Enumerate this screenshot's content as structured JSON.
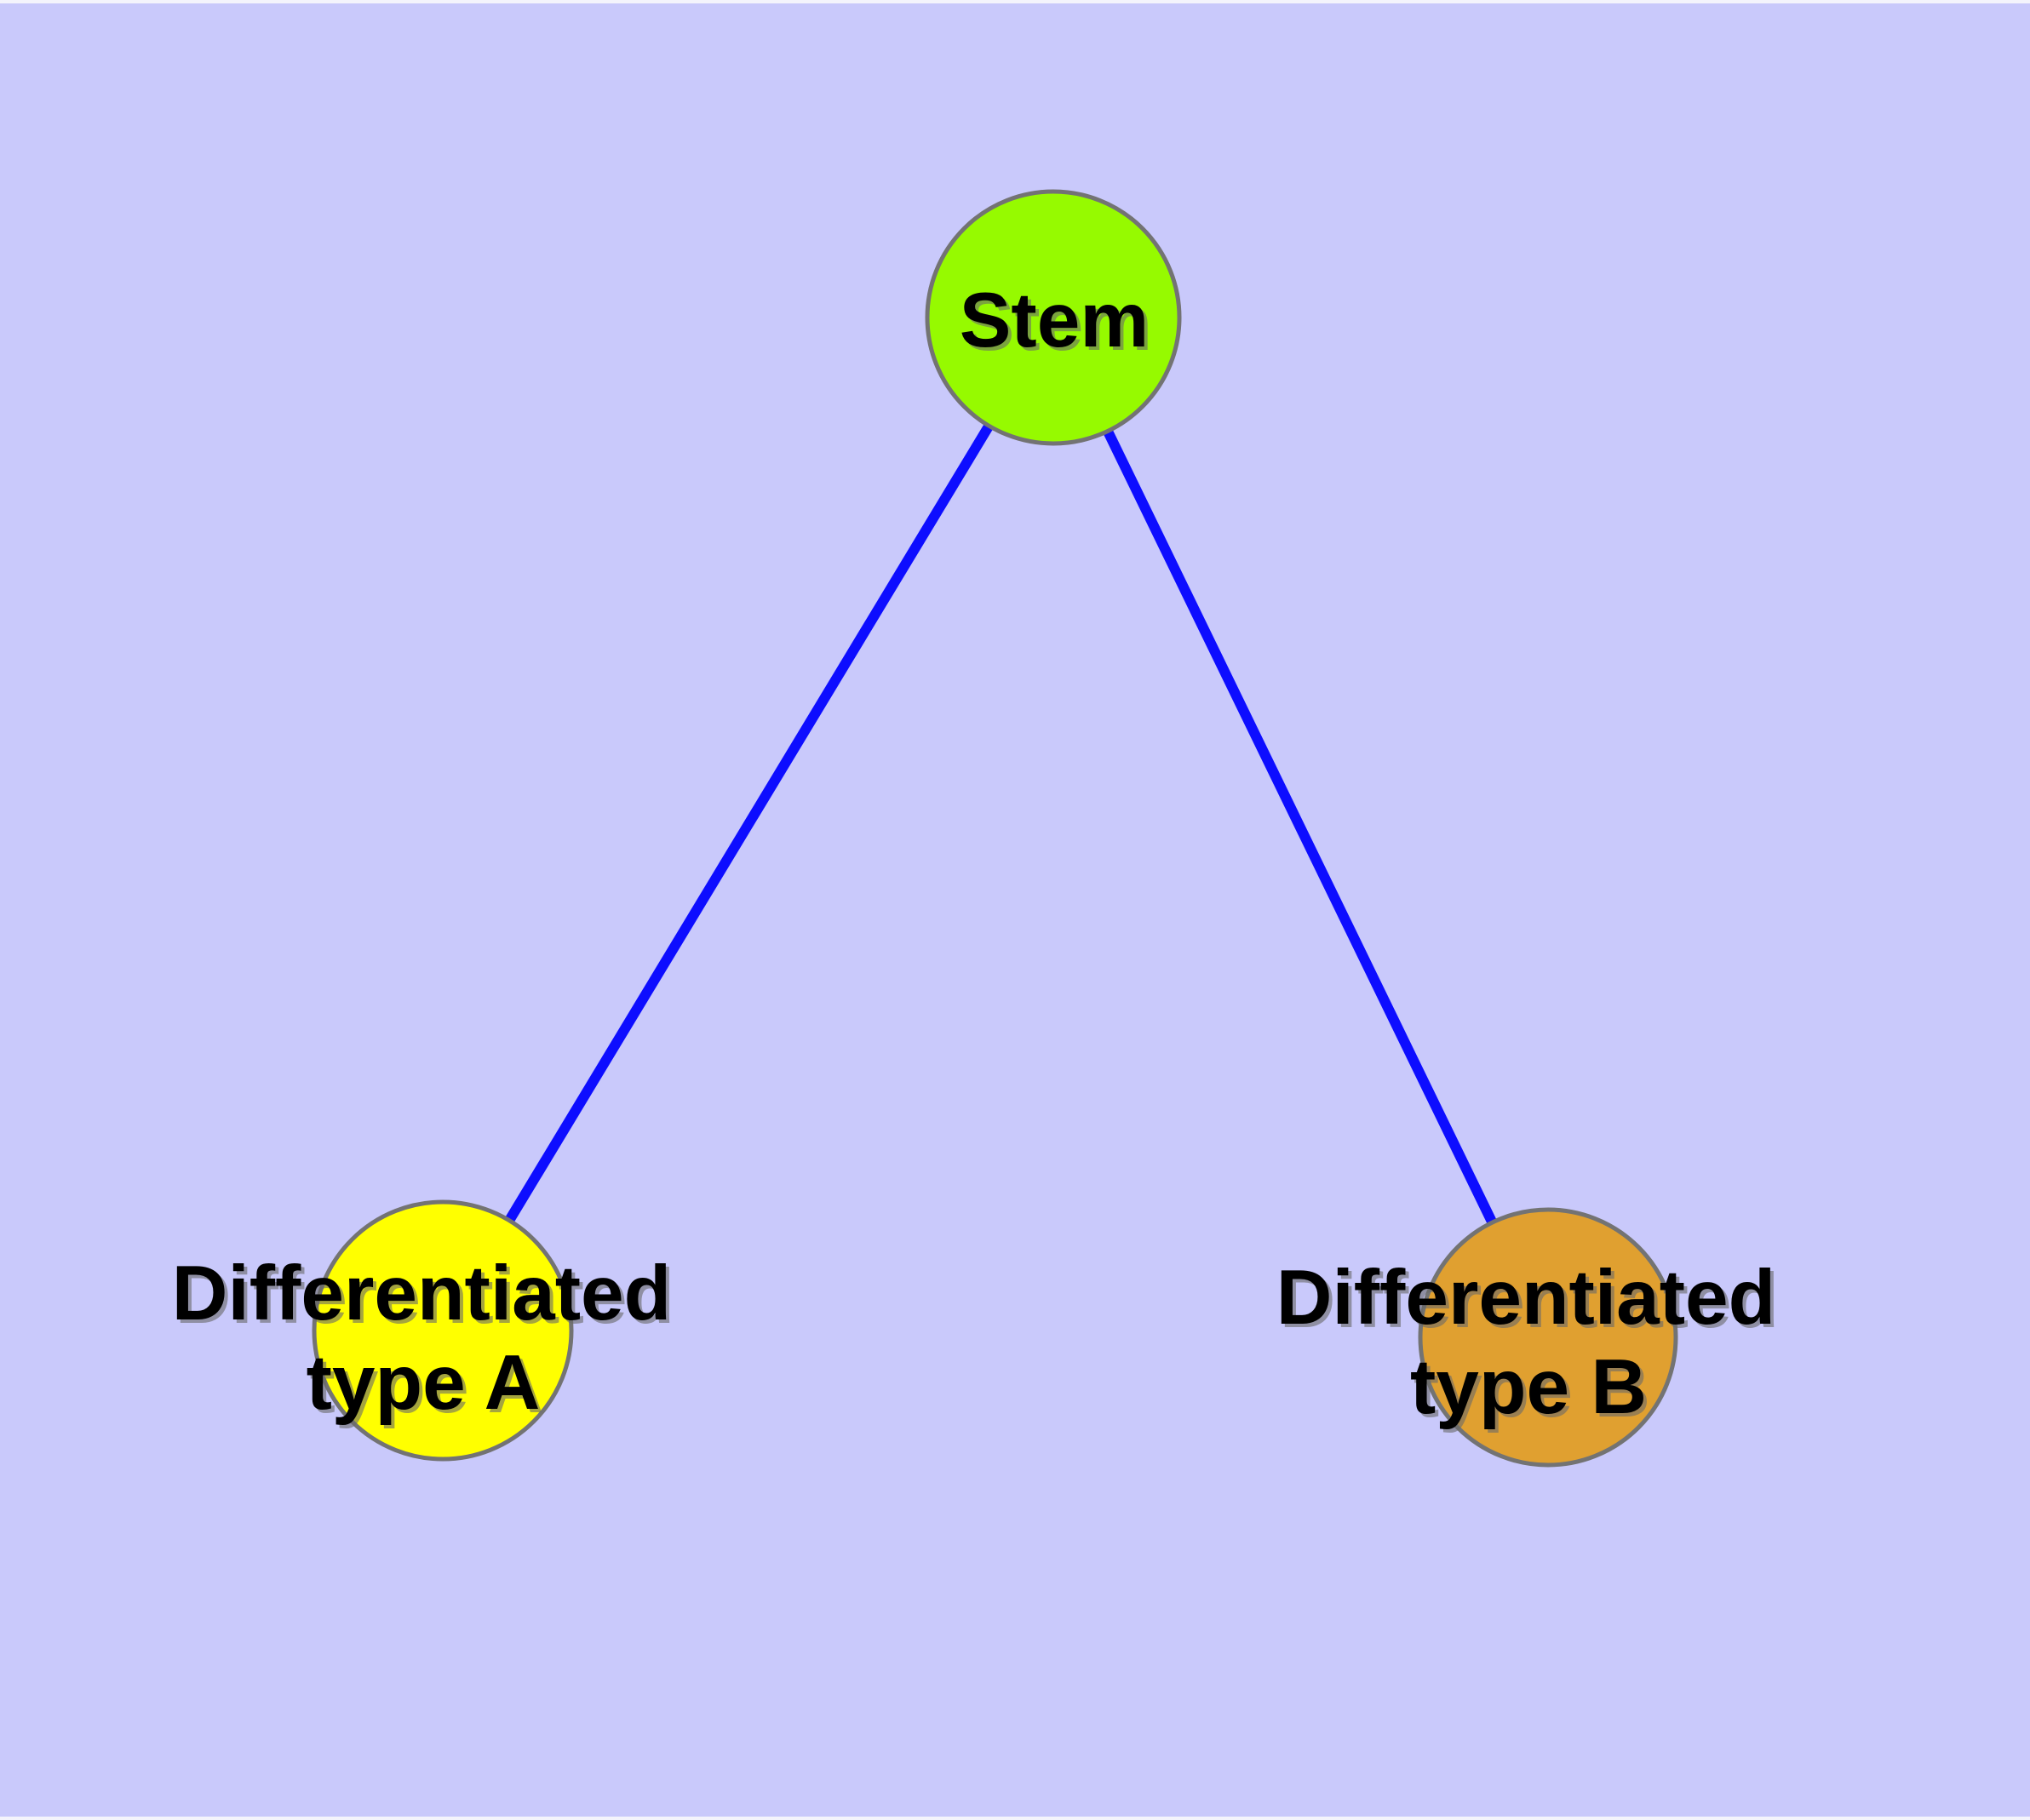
{
  "figure": {
    "type": "graph-diagram",
    "background_color": "#c9c9fb",
    "margin_color": "#f4f4fc",
    "edge_color": "#0d0dff",
    "node_border_color": "#737373",
    "label_color": "#000000",
    "nodes": [
      {
        "id": "stem",
        "label": "Stem",
        "fill": "#96fa00"
      },
      {
        "id": "differentiated-type-a",
        "label_line1": "Differentiated",
        "label_line2": "type A",
        "fill": "#ffff00"
      },
      {
        "id": "differentiated-type-b",
        "label_line1": "Differentiated",
        "label_line2": "type B",
        "fill": "#e0a030"
      }
    ],
    "edges": [
      {
        "from": "Stem",
        "to": "Differentiated type A"
      },
      {
        "from": "Stem",
        "to": "Differentiated type B"
      }
    ]
  }
}
